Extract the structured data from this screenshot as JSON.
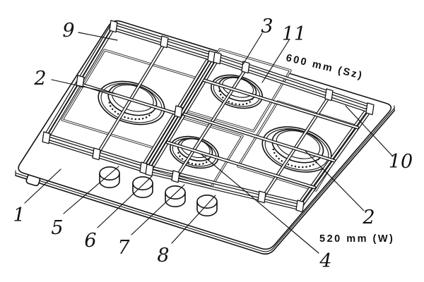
{
  "diagram": {
    "subject": "Four-burner gas hob — numbered parts diagram",
    "callouts": [
      {
        "id": "1",
        "text": "1"
      },
      {
        "id": "2-left",
        "text": "2"
      },
      {
        "id": "3",
        "text": "3"
      },
      {
        "id": "4",
        "text": "4"
      },
      {
        "id": "5",
        "text": "5"
      },
      {
        "id": "6",
        "text": "6"
      },
      {
        "id": "7",
        "text": "7"
      },
      {
        "id": "8",
        "text": "8"
      },
      {
        "id": "9",
        "text": "9"
      },
      {
        "id": "10",
        "text": "10"
      },
      {
        "id": "11",
        "text": "11"
      },
      {
        "id": "2-right",
        "text": "2"
      }
    ],
    "dimensions": {
      "width": {
        "text": "600 mm (Sz)"
      },
      "depth": {
        "text": "520 mm (W)"
      }
    },
    "colors": {
      "ink": "#111111",
      "paper": "#ffffff"
    }
  }
}
